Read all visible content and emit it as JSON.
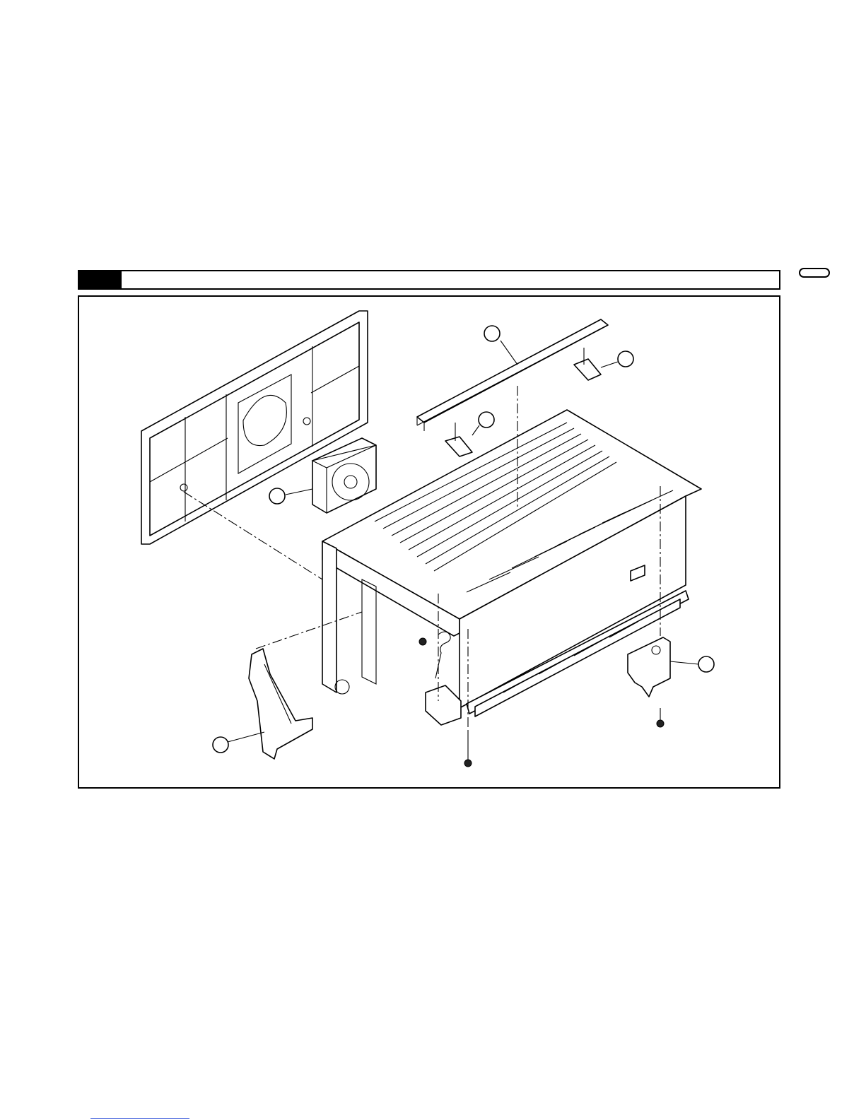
{
  "header": {
    "title": "",
    "tab": ""
  },
  "diagram": {
    "callouts": [
      {
        "id": "top-rail",
        "label": ""
      },
      {
        "id": "right-clip",
        "label": ""
      },
      {
        "id": "left-clip",
        "label": ""
      },
      {
        "id": "fan",
        "label": ""
      },
      {
        "id": "bracket",
        "label": ""
      },
      {
        "id": "lever",
        "label": ""
      }
    ]
  },
  "colors": {
    "ink": "#000000",
    "paper": "#ffffff",
    "link": "#1a3fd6"
  }
}
